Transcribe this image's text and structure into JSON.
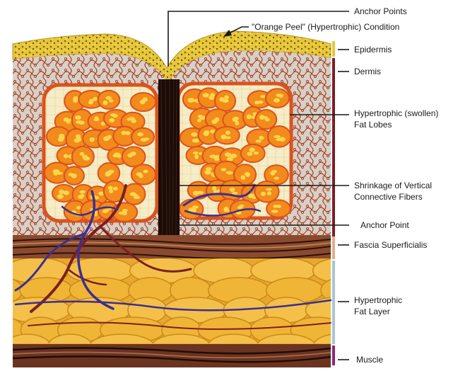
{
  "diagram": {
    "top_caption": "...",
    "labels": {
      "anchor_points": "Anchor Points",
      "orange_peel": "\"Orange Peel\" (Hypertrophic) Condition",
      "epidermis": "Epidermis",
      "dermis": "Dermis",
      "fat_lobes_line1": "Hypertrophic (swollen)",
      "fat_lobes_line2": "Fat Lobes",
      "shrinkage_line1": "Shrinkage of Vertical",
      "shrinkage_line2": "Connective Fibers",
      "anchor_point": "Anchor Point",
      "fascia": "Fascia Superficialis",
      "fat_layer_line1": "Hypertrophic",
      "fat_layer_line2": "Fat Layer",
      "muscle": "Muscle"
    },
    "colors": {
      "epidermis": "#e8c63a",
      "dermis_bar": "#7a1e2a",
      "fascia_bar": "#e0b08a",
      "fat_layer_bar": "#a9c4dc",
      "muscle_bar": "#8a2a7a",
      "fat_lobe": "#f28a1c",
      "fat_lobe_border": "#d9531e",
      "vessel_blue": "#3c2f8f",
      "vessel_red": "#7a2020",
      "fiber_dark": "#1a0c08",
      "fat_layer": "#f2b23a",
      "lines": "#1a1a1a"
    }
  }
}
